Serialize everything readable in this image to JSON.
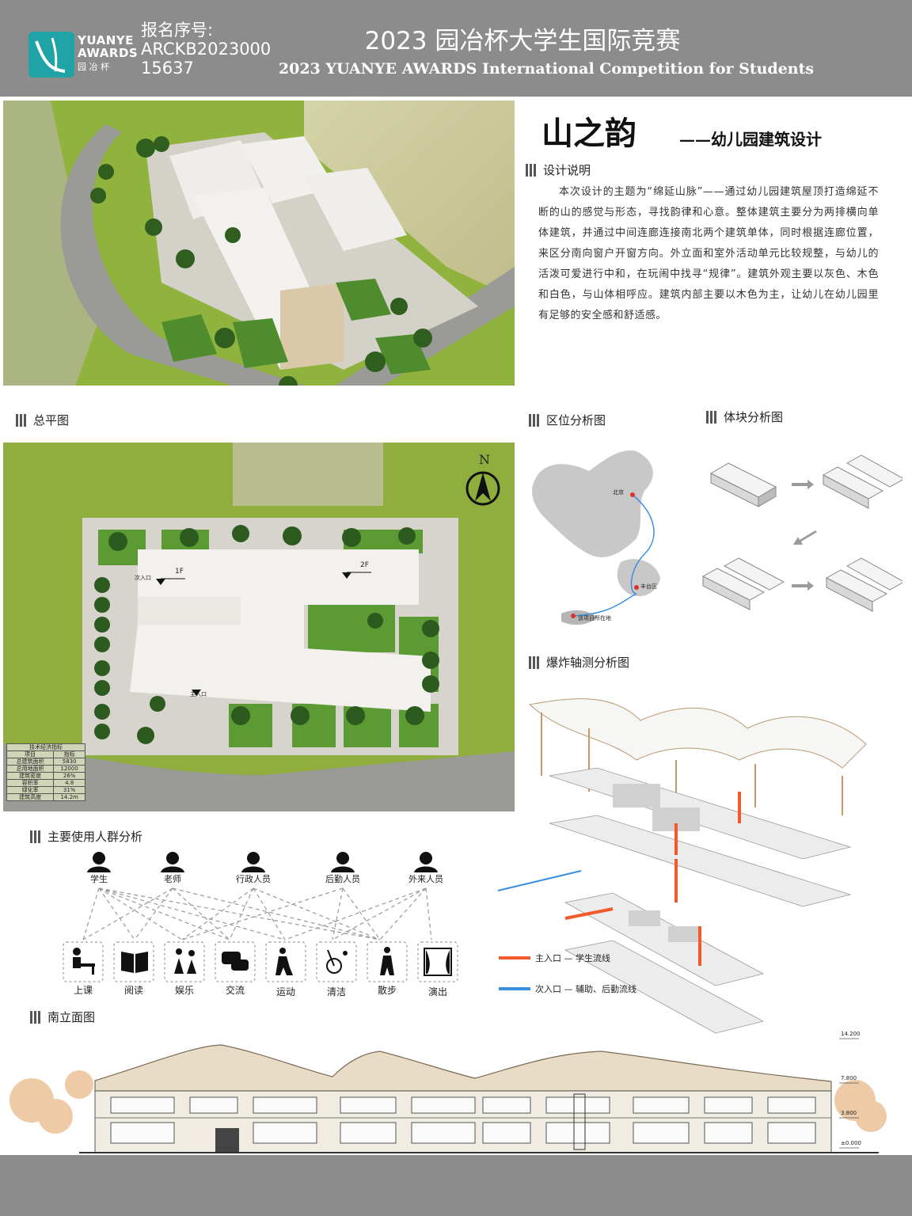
{
  "header": {
    "logo_line1": "YUANYE",
    "logo_line2": "AWARDS",
    "logo_line3": "园 冶 杯",
    "reg_label": "报名序号:",
    "reg_num1": "ARCKB2023000",
    "reg_num2": "15637",
    "title_cn": "2023 园冶杯大学生国际竞赛",
    "title_en": "2023 YUANYE AWARDS International Competition for  Students"
  },
  "project": {
    "title": "山之韵",
    "subtitle": "——幼儿园建筑设计"
  },
  "sections": {
    "design_note": "设计说明",
    "site_plan": "总平图",
    "location": "区位分析图",
    "massing": "体块分析图",
    "explosion": "爆炸轴测分析图",
    "users": "主要使用人群分析",
    "elevation": "南立面图"
  },
  "design_text": "本次设计的主题为“绵延山脉”——通过幼儿园建筑屋顶打造绵延不断的山的感觉与形态，寻找韵律和心意。整体建筑主要分为两排横向单体建筑，并通过中间连廊连接南北两个建筑单体，同时根据连廊位置，来区分南向窗户开窗方向。外立面和室外活动单元比较规整，与幼儿的活泼可爱进行中和，在玩闹中找寻“规律”。建筑外观主要以灰色、木色和白色，与山体相呼应。建筑内部主要以木色为主，让幼儿在幼儿园里有足够的安全感和舒适感。",
  "site_plan": {
    "north": "N",
    "label_1f": "1F",
    "label_2f": "2F",
    "secondary_entrance": "次入口",
    "main_entrance": "主入口",
    "table": {
      "title": "技术经济指标",
      "header": [
        "项目",
        "指标"
      ],
      "rows": [
        [
          "总建筑面积",
          "5830"
        ],
        [
          "总用地面积",
          "12000"
        ],
        [
          "建筑密度",
          "26%"
        ],
        [
          "容积率",
          "4.8"
        ],
        [
          "绿化率",
          "31%"
        ],
        [
          "建筑高度",
          "14.2m"
        ]
      ]
    }
  },
  "location_map": {
    "beijing": "北京",
    "fengtai": "丰台区",
    "site": "该项目所在地"
  },
  "legend": {
    "main": "主入口 — 学生流线",
    "secondary": "次入口 — 辅助、后勤流线",
    "main_color": "#f15a2b",
    "secondary_color": "#3b8fe0"
  },
  "user_groups": [
    "学生",
    "老师",
    "行政人员",
    "后勤人员",
    "外来人员"
  ],
  "activities": [
    "上课",
    "阅读",
    "娱乐",
    "交流",
    "运动",
    "清洁",
    "散步",
    "演出"
  ],
  "elevation_levels": [
    "14.200",
    "7.800",
    "3.800",
    "±0.000"
  ]
}
